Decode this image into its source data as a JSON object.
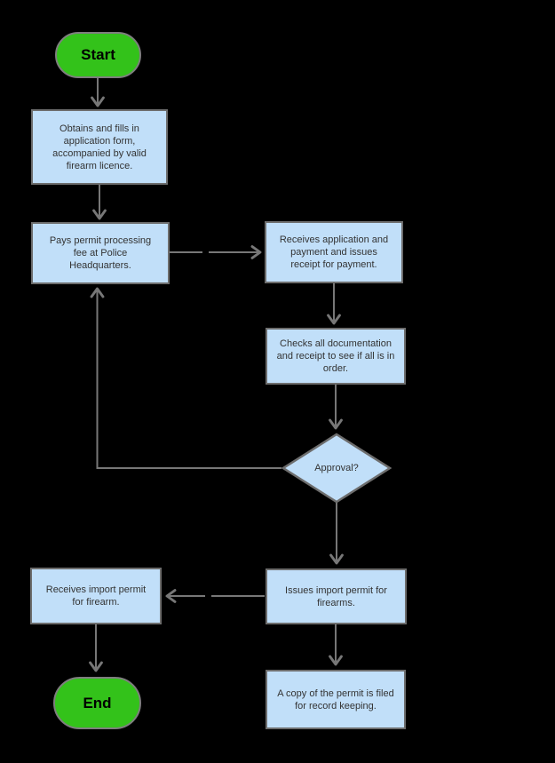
{
  "diagram": {
    "type": "flowchart",
    "background": "#000000",
    "colors": {
      "process_fill": "#C1DFF9",
      "node_border": "#6D6D6D",
      "connector": "#777777",
      "terminal_fill": "#33C21A",
      "terminal_border": "#7E7E7E",
      "process_text": "#333333",
      "terminal_text": "#000000"
    },
    "nodes": {
      "start": {
        "type": "terminal",
        "label": "Start"
      },
      "obtain_form": {
        "type": "process",
        "label": [
          "Obtains and fills in",
          "application form,",
          "accompanied by valid",
          "firearm licence."
        ]
      },
      "pay_fee": {
        "type": "process",
        "label": [
          "Pays permit processing",
          "fee at Police",
          "Headquarters."
        ]
      },
      "receive_payment": {
        "type": "process",
        "label": [
          "Receives application and",
          "payment and issues",
          "receipt for payment."
        ]
      },
      "check_docs": {
        "type": "process",
        "label": [
          "Checks all documentation",
          "and receipt to see if all is in",
          "order."
        ]
      },
      "approval": {
        "type": "decision",
        "label": "Approval?"
      },
      "issue_permit": {
        "type": "process",
        "label": [
          "Issues import permit for",
          "firearms."
        ]
      },
      "receive_permit": {
        "type": "process",
        "label": [
          "Receives import permit",
          "for firearm."
        ]
      },
      "file_copy": {
        "type": "process",
        "label": [
          "A copy of the permit is filed",
          "for record keeping."
        ]
      },
      "end": {
        "type": "terminal",
        "label": "End"
      }
    },
    "edges": [
      {
        "from": "start",
        "to": "obtain_form"
      },
      {
        "from": "obtain_form",
        "to": "pay_fee"
      },
      {
        "from": "pay_fee",
        "to": "receive_payment"
      },
      {
        "from": "receive_payment",
        "to": "check_docs"
      },
      {
        "from": "check_docs",
        "to": "approval"
      },
      {
        "from": "approval",
        "to": "pay_fee"
      },
      {
        "from": "approval",
        "to": "issue_permit"
      },
      {
        "from": "issue_permit",
        "to": "receive_permit"
      },
      {
        "from": "issue_permit",
        "to": "file_copy"
      },
      {
        "from": "receive_permit",
        "to": "end"
      }
    ]
  }
}
